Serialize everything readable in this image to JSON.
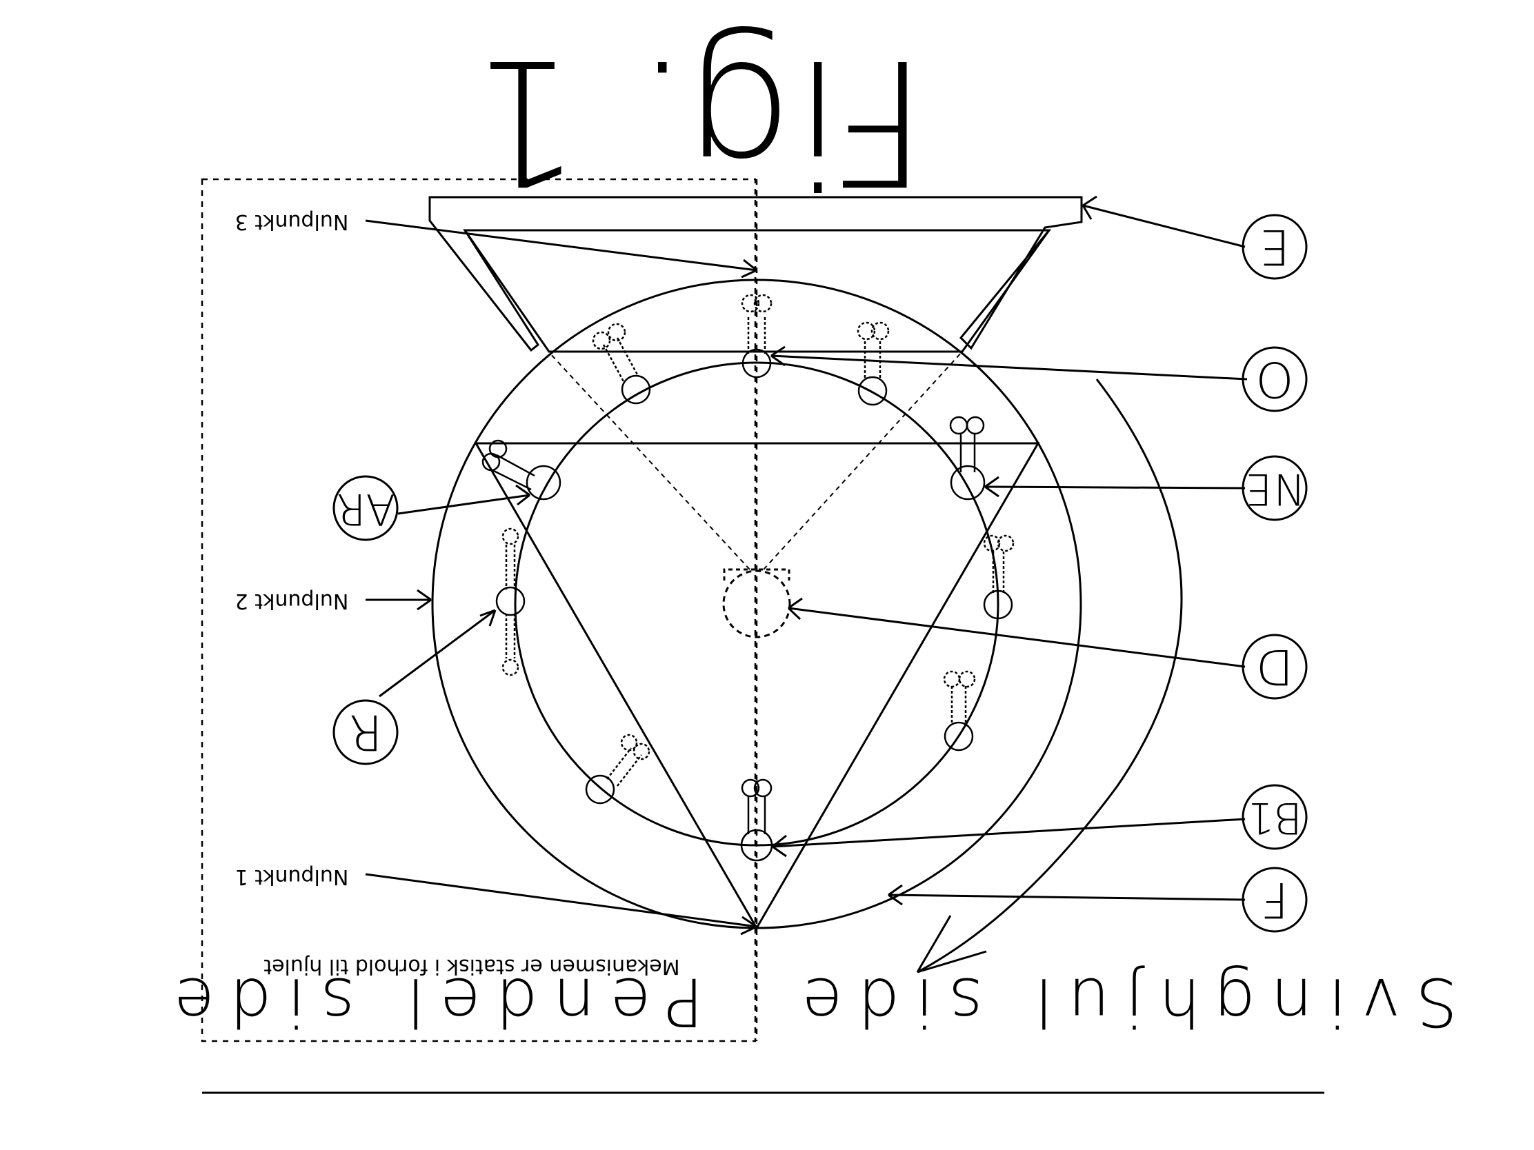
{
  "title": "Fig. 1",
  "pendel_side": "Pendel side",
  "svinghjul_side": "Svinghjul side",
  "mechanism_note": "Mekanismen er statisk i forhold til hjulet",
  "nulpunkt_1": "Nulpunkt 1",
  "nulpunkt_2": "Nulpunkt 2",
  "nulpunkt_3": "Nulpunkt 3",
  "callouts": {
    "E": "E",
    "O": "O",
    "NE": "NE",
    "D": "D",
    "B1": "B1",
    "F": "F",
    "AR": "AR",
    "R": "R"
  }
}
